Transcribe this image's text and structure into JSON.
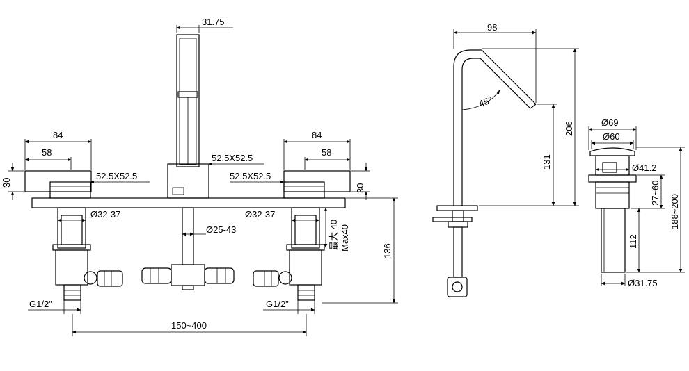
{
  "labels": {
    "front_spout_width": "31.75",
    "left_width_outer": "84",
    "left_width_inner": "58",
    "left_height": "30",
    "left_square": "52.5X52.5",
    "spout_square": "52.5X52.5",
    "right_square": "52.5X52.5",
    "right_width_outer": "84",
    "right_width_inner": "58",
    "right_height": "30",
    "left_hole": "Ø32-37",
    "right_hole": "Ø32-37",
    "center_hole": "Ø25-43",
    "max_cn": "最大 40",
    "max_en": "Max40",
    "overall_height": "136",
    "left_thread": "G1/2\"",
    "right_thread": "G1/2\"",
    "spacing": "150~400",
    "side_reach": "98",
    "side_angle": "45°",
    "side_height_total": "206",
    "side_height_outlet": "131",
    "drain_dia_outer": "Ø69",
    "drain_dia_inner": "Ø60",
    "drain_dia_body": "Ø41.2",
    "drain_range_small": "27~60",
    "drain_range_large": "188~200",
    "drain_pipe_len": "112",
    "drain_pipe_dia": "Ø31.75"
  }
}
